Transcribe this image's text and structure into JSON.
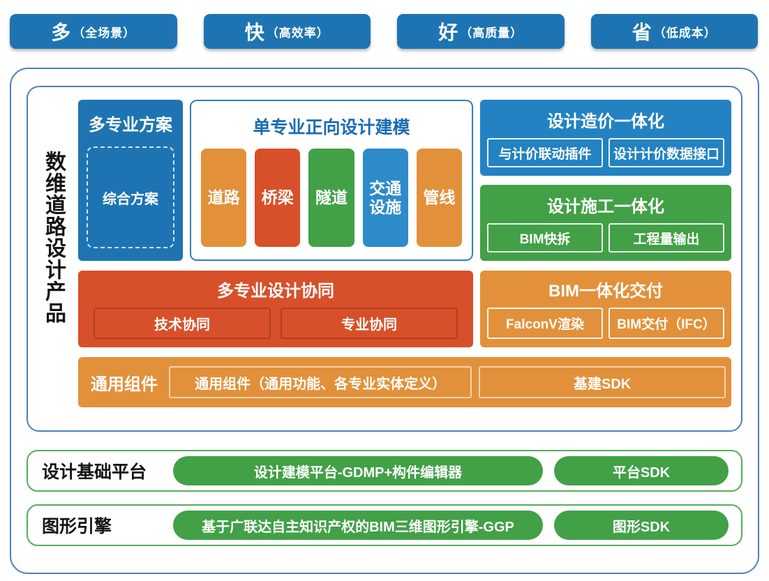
{
  "colors": {
    "blue": "#1e74b2",
    "midblue": "#2382c2",
    "lightblue": "#2e8bc9",
    "orange": "#e2913a",
    "red": "#d8502a",
    "green": "#42a047",
    "border_blue": "#4a81bd",
    "border_green": "#57ac5b",
    "title_blue": "#1a6cb4"
  },
  "top_badges": [
    {
      "main": "多",
      "sub": "（全场景）"
    },
    {
      "main": "快",
      "sub": "（高效率）"
    },
    {
      "main": "好",
      "sub": "（高质量）"
    },
    {
      "main": "省",
      "sub": "（低成本）"
    }
  ],
  "product_panel": {
    "vertical_title": "数维道路设计产品",
    "multi_scheme": {
      "title": "多专业方案",
      "item": "综合方案"
    },
    "single_modeling": {
      "title": "单专业正向设计建模",
      "pills": [
        {
          "label": "道路",
          "color": "orange"
        },
        {
          "label": "桥梁",
          "color": "red"
        },
        {
          "label": "隧道",
          "color": "green"
        },
        {
          "label": "交通设施",
          "color": "lightblue"
        },
        {
          "label": "管线",
          "color": "orange"
        }
      ]
    },
    "design_cost": {
      "title": "设计造价一体化",
      "items": [
        "与计价联动插件",
        "设计计价数据接口"
      ]
    },
    "design_construction": {
      "title": "设计施工一体化",
      "items": [
        "BIM快拆",
        "工程量输出"
      ]
    },
    "multi_collab": {
      "title": "多专业设计协同",
      "items": [
        "技术协同",
        "专业协同"
      ]
    },
    "bim_delivery": {
      "title": "BIM一体化交付",
      "items": [
        "FalconV渲染",
        "BIM交付（IFC）"
      ]
    },
    "common_components": {
      "label": "通用组件",
      "items": [
        "通用组件（通用功能、各专业实体定义）",
        "基建SDK"
      ]
    }
  },
  "platform_row": {
    "label": "设计基础平台",
    "pills": [
      "设计建模平台-GDMP+构件编辑器",
      "平台SDK"
    ]
  },
  "engine_row": {
    "label": "图形引擎",
    "pills": [
      "基于广联达自主知识产权的BIM三维图形引擎-GGP",
      "图形SDK"
    ]
  }
}
